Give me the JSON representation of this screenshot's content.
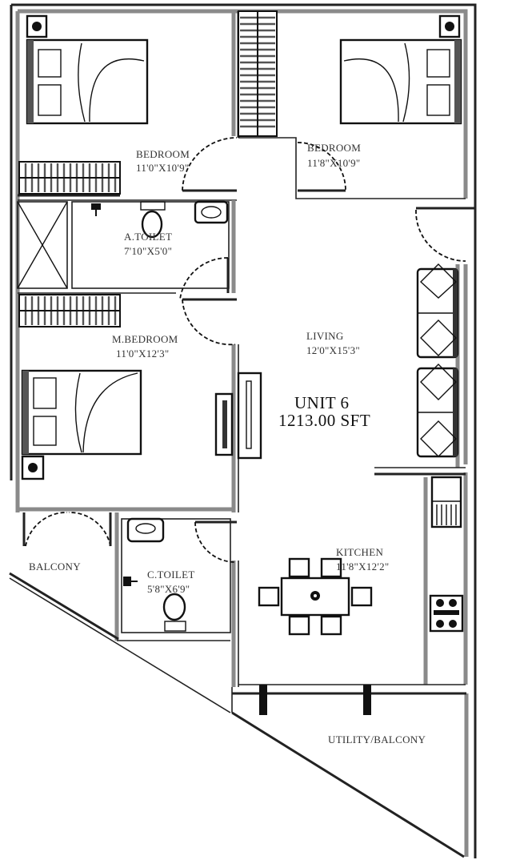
{
  "unit": {
    "name": "UNIT 6",
    "area": "1213.00 SFT"
  },
  "rooms": {
    "bedroom_1": {
      "name": "BEDROOM",
      "size": "11'0\"X10'9\""
    },
    "bedroom_2": {
      "name": "BEDROOM",
      "size": "11'8\"X10'9\""
    },
    "attached_toilet": {
      "name": "A.TOILET",
      "size": "7'10\"X5'0\""
    },
    "master_bedroom": {
      "name": "M.BEDROOM",
      "size": "11'0\"X12'3\""
    },
    "living": {
      "name": "LIVING",
      "size": "12'0\"X15'3\""
    },
    "balcony": {
      "name": "BALCONY"
    },
    "common_toilet": {
      "name": "C.TOILET",
      "size": "5'8\"X6'9\""
    },
    "kitchen": {
      "name": "KITCHEN",
      "size": "11'8\"X12'2\""
    },
    "utility_balcony": {
      "name": "UTILITY/BALCONY"
    }
  },
  "colors": {
    "wall_dark": "#222222",
    "wall_gray": "#8a8a8a",
    "text": "#333333",
    "background": "#ffffff"
  }
}
